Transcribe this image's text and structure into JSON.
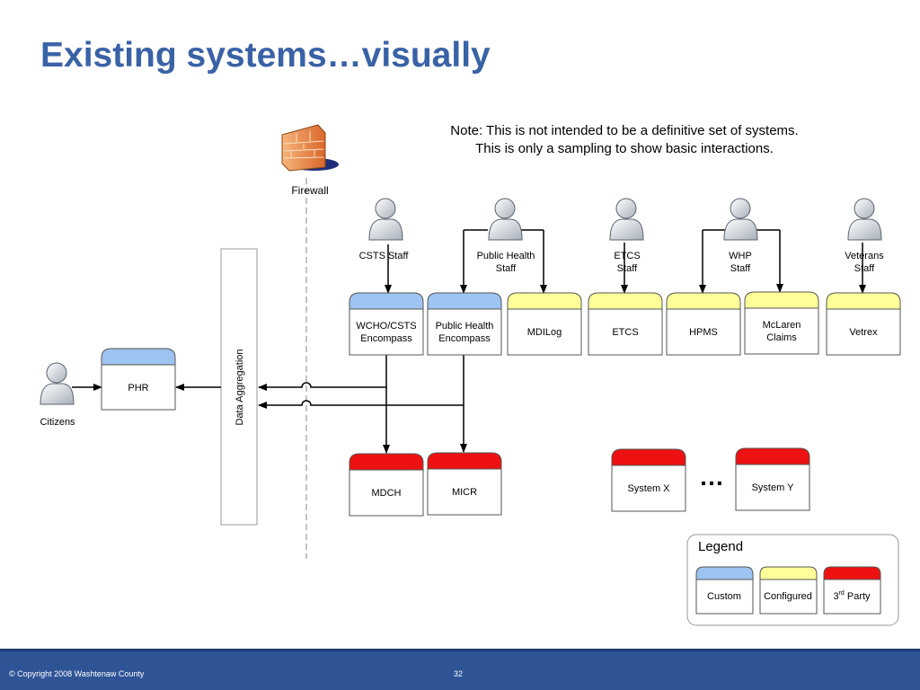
{
  "title": "Existing systems…visually",
  "note": {
    "line1": "Note:  This is not intended to be a definitive set of systems.",
    "line2": "This is only a sampling to show basic interactions."
  },
  "firewall": {
    "label": "Firewall"
  },
  "aggregation": {
    "label": "Data Aggregation"
  },
  "colors": {
    "custom": "#9dc3f0",
    "configured": "#ffff99",
    "third_party": "#ee1111",
    "title": "#3a62a6",
    "footer": "#2f5496"
  },
  "actors": {
    "citizens": [
      "Citizens"
    ],
    "csts": [
      "CSTS Staff"
    ],
    "public_health": [
      "Public Health",
      "Staff"
    ],
    "etcs": [
      "ETCS",
      "Staff"
    ],
    "whp": [
      "WHP",
      "Staff"
    ],
    "veterans": [
      "Veterans",
      "Staff"
    ]
  },
  "systems": {
    "phr": [
      "PHR"
    ],
    "wcho": [
      "WCHO/CSTS",
      "Encompass"
    ],
    "ph_encompass": [
      "Public Health",
      "Encompass"
    ],
    "mdilog": [
      "MDILog"
    ],
    "etcs": [
      "ETCS"
    ],
    "hpms": [
      "HPMS"
    ],
    "mclaren": [
      "McLaren",
      "Claims"
    ],
    "vetrex": [
      "Vetrex"
    ],
    "mdch": [
      "MDCH"
    ],
    "micr": [
      "MICR"
    ],
    "system_x": [
      "System X"
    ],
    "system_y": [
      "System Y"
    ]
  },
  "ellipsis": "…",
  "legend": {
    "title": "Legend",
    "custom": "Custom",
    "configured": "Configured",
    "third_party_prefix": "3",
    "third_party_sup": "rd",
    "third_party_suffix": " Party"
  },
  "footer": {
    "copyright": "© Copyright 2008 Washtenaw County",
    "page": "32"
  }
}
